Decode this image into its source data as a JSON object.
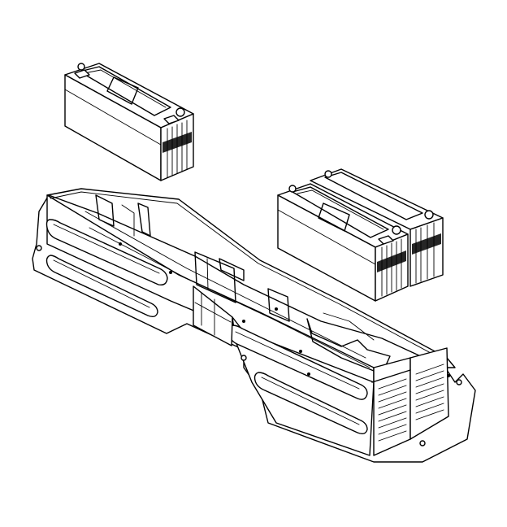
{
  "figure": {
    "subject": "battery-tray-assembly",
    "components": [
      "battery-top-left",
      "battery-right-front",
      "battery-right-rear",
      "battery-tray"
    ]
  }
}
